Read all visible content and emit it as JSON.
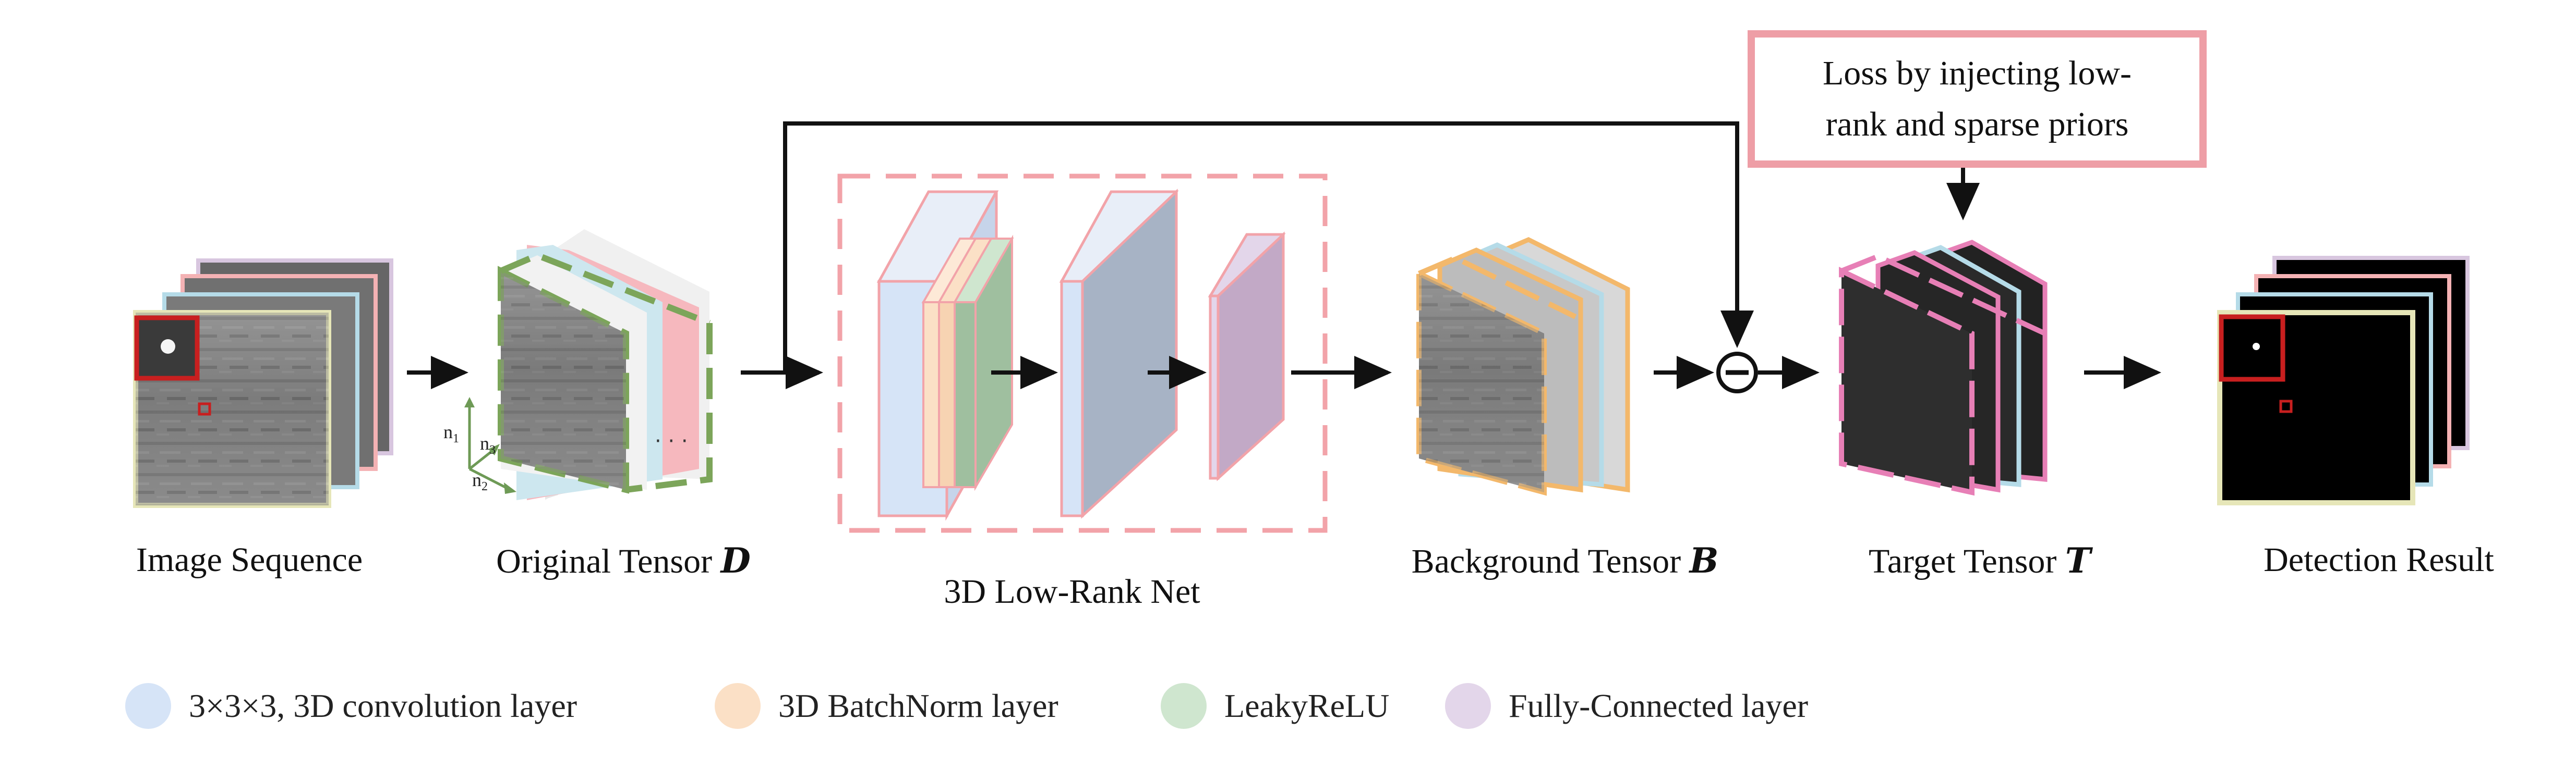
{
  "figure": {
    "stages": {
      "image_sequence": "Image Sequence",
      "original_tensor": "Original Tensor",
      "original_symbol": "D",
      "low_rank_net": "3D Low-Rank Net",
      "background_tensor": "Background Tensor",
      "background_symbol": "B",
      "target_tensor": "Target Tensor",
      "target_symbol": "T",
      "detection_result": "Detection Result"
    },
    "loss_box": {
      "text": "Loss by injecting low-rank and sparse priors"
    },
    "axes": {
      "n1": "n",
      "n1_sub": "1",
      "n2": "n",
      "n2_sub": "2",
      "n3": "n",
      "n3_sub": "3"
    },
    "operator": "−"
  },
  "legend": [
    {
      "label": "3×3×3, 3D convolution layer",
      "color": "#d6e4f7"
    },
    {
      "label": "3D BatchNorm layer",
      "color": "#fbe0c6"
    },
    {
      "label": "LeakyReLU",
      "color": "#cfe6cf"
    },
    {
      "label": "Fully-Connected layer",
      "color": "#e3d6ea"
    }
  ],
  "colors": {
    "frame_yellow": "#e6e6b8",
    "frame_blue": "#b5dbe8",
    "frame_pink": "#f4b2b4",
    "frame_purple": "#d8c6df",
    "tensor_green": "#7ca55a",
    "tensor_pink": "#f6b8be",
    "tensor_orange": "#f3b86b",
    "target_pink": "#e77fb6",
    "net_border": "#f2a3a9",
    "target_box": "#c81f1f",
    "conv": "#d6e4f7",
    "batchnorm": "#fbe0c6",
    "leakyrelu": "#9fbf9f",
    "fc": "#c2a9c6",
    "gray_layer": "#a7b3c5"
  },
  "icons": [
    "arrow-right-icon",
    "subtract-operator-icon",
    "axis-icon"
  ]
}
